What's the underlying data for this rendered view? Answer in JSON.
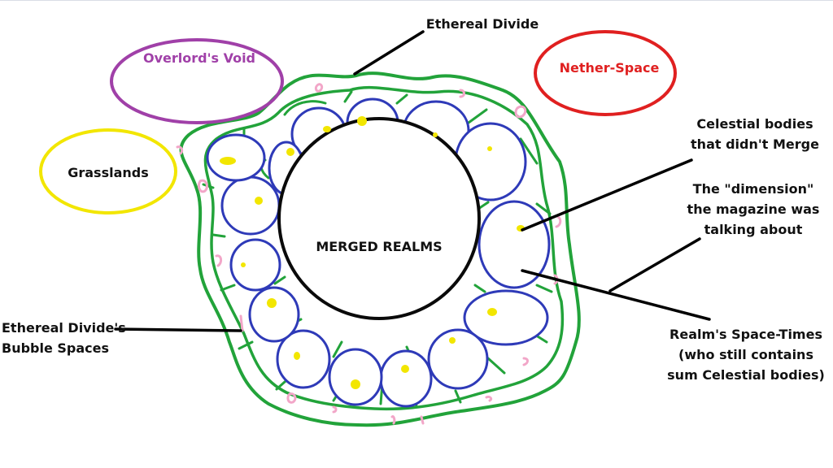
{
  "labels": {
    "merged_realms": "MERGED REALMS",
    "ethereal_divide": "Ethereal Divide",
    "overlords_void": "Overlord's Void",
    "nether_space": "Nether-Space",
    "grasslands": "Grasslands",
    "celestial_didnt_merge": "Celestial bodies\nthat didn't Merge",
    "dimension_note": "The \"dimension\"\nthe magazine was\ntalking about",
    "bubble_spaces": "Ethereal Divide's\nBubble Spaces",
    "realm_spacetimes": "Realm's Space-Times\n(who still contains\nsum Celestial bodies)"
  },
  "colors": {
    "background": "#ffffff",
    "ethereal_divide_outline": "#22a33a",
    "realm_bubble": "#2e3ab8",
    "merged_realm_outline": "#0a0a0a",
    "celestial_body": "#f2e600",
    "bubble_space": "#f2a6c8",
    "overlords_void": "#a040a8",
    "nether_space": "#e02020",
    "grasslands": "#f2e600",
    "pointer_line": "#000000"
  }
}
